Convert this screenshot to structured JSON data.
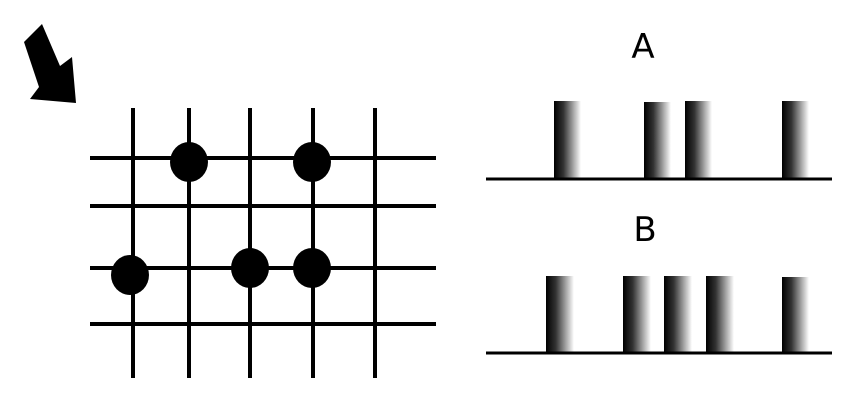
{
  "panels": {
    "a_label": "A",
    "b_label": "B"
  },
  "colors": {
    "ink": "#000000",
    "background": "#ffffff",
    "gradient_dark": "#000000",
    "gradient_light": "#ffffff"
  },
  "icons": {
    "direction_arrow": "arrow-down-right-icon",
    "grid_dot": "filled-circle-icon"
  },
  "grid": {
    "vertical_lines": 5,
    "horizontal_lines": 4,
    "dots": [
      {
        "column": 2,
        "row": 1
      },
      {
        "column": 4,
        "row": 1
      },
      {
        "column": 1,
        "row": 3
      },
      {
        "column": 3,
        "row": 3
      },
      {
        "column": 4,
        "row": 3
      }
    ]
  },
  "profiles": {
    "a_bar_count": 4,
    "b_bar_count": 5
  }
}
